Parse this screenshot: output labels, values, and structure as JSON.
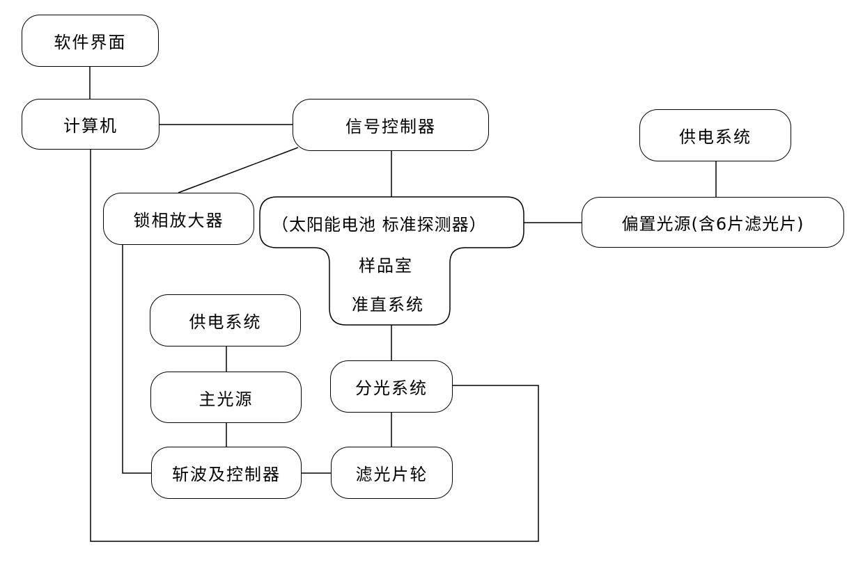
{
  "nodes": {
    "software_ui": "软件界面",
    "computer": "计算机",
    "signal_controller": "信号控制器",
    "power_supply_top": "供电系统",
    "lockin_amplifier": "锁相放大器",
    "sample_chamber_top": "（太阳能电池  标准探测器）",
    "sample_chamber_label": "样品室",
    "collimation_label": "准直系统",
    "bias_light": "偏置光源(含6片滤光片)",
    "power_supply_bottom": "供电系统",
    "main_light": "主光源",
    "monochromator": "分光系统",
    "chopper": "斩波及控制器",
    "filter_wheel": "滤光片轮"
  },
  "colors": {
    "line": "#000000",
    "box_fill": "#ffffff",
    "text": "#000000"
  }
}
